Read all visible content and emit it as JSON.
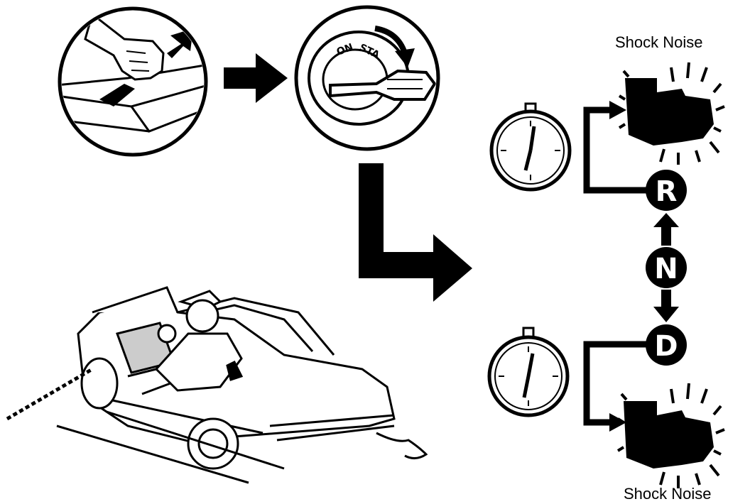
{
  "labels": {
    "shock_noise_top": "Shock Noise",
    "shock_noise_bottom": "Shock Noise"
  },
  "key_switch": {
    "on": "ON",
    "start": "STA"
  },
  "gears": {
    "reverse": "R",
    "neutral": "N",
    "drive": "D"
  },
  "icons": [
    "hand-lever-icon",
    "ignition-key-icon",
    "stopwatch-icon",
    "transmission-icon",
    "car-icon",
    "mechanic-icon",
    "arrow-icon"
  ],
  "colors": {
    "ink": "#000000",
    "paper": "#ffffff"
  }
}
